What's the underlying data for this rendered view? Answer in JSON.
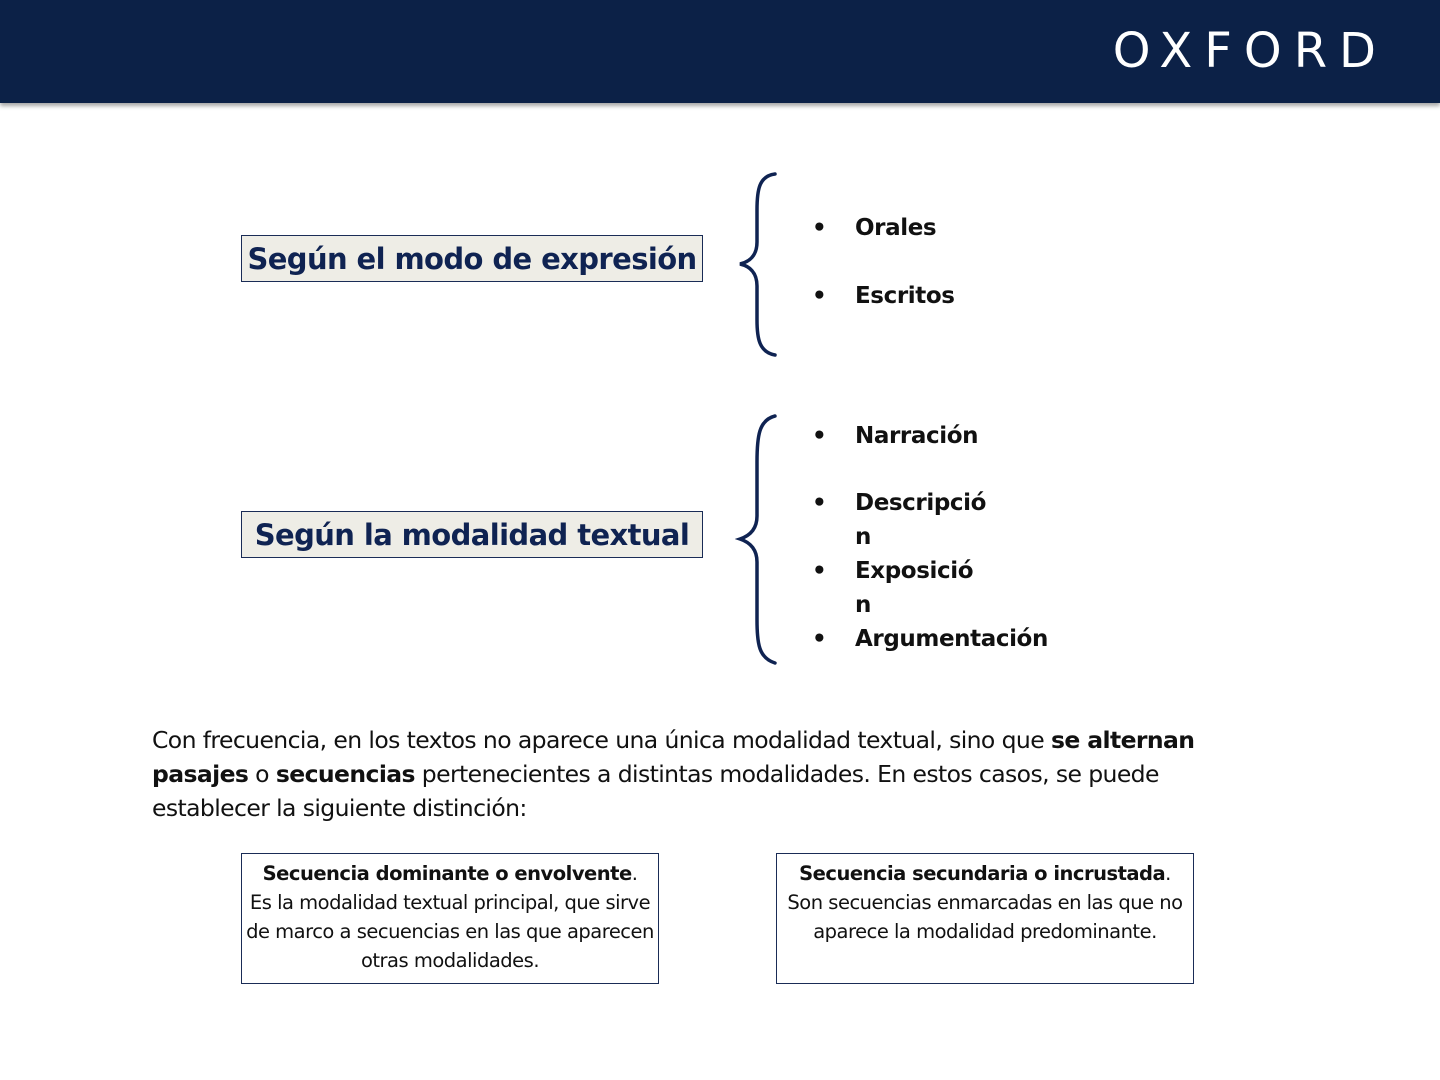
{
  "header": {
    "logo": "OXFORD",
    "background_color": "#0c2147"
  },
  "categories": [
    {
      "label": "Según el modo de expresión",
      "items": [
        "Orales",
        "Escritos"
      ]
    },
    {
      "label": "Según la modalidad textual",
      "items": [
        "Descripció\nn",
        "Exposició\nn"
      ],
      "first_item": "Narración",
      "last_item": "Argumentación"
    }
  ],
  "bullet": "•",
  "paragraph": {
    "part1": "Con frecuencia, en los textos no aparece una única modalidad textual, sino que ",
    "bold1": "se alternan pasajes",
    "part2": " o ",
    "bold2": "secuencias",
    "part3": " pertenecientes a distintas modalidades. En estos casos, se puede establecer la siguiente distinción:"
  },
  "sequences": [
    {
      "title": "Secuencia dominante o envolvente",
      "title_suffix": ".",
      "text": "Es la modalidad textual principal, que sirve de marco a secuencias en las que aparecen otras modalidades."
    },
    {
      "title": "Secuencia secundaria o incrustada",
      "title_suffix": ".",
      "text": "Son secuencias enmarcadas en las que no aparece la modalidad predominante."
    }
  ],
  "colors": {
    "accent": "#0f2352",
    "box_fill": "#eeede6"
  }
}
